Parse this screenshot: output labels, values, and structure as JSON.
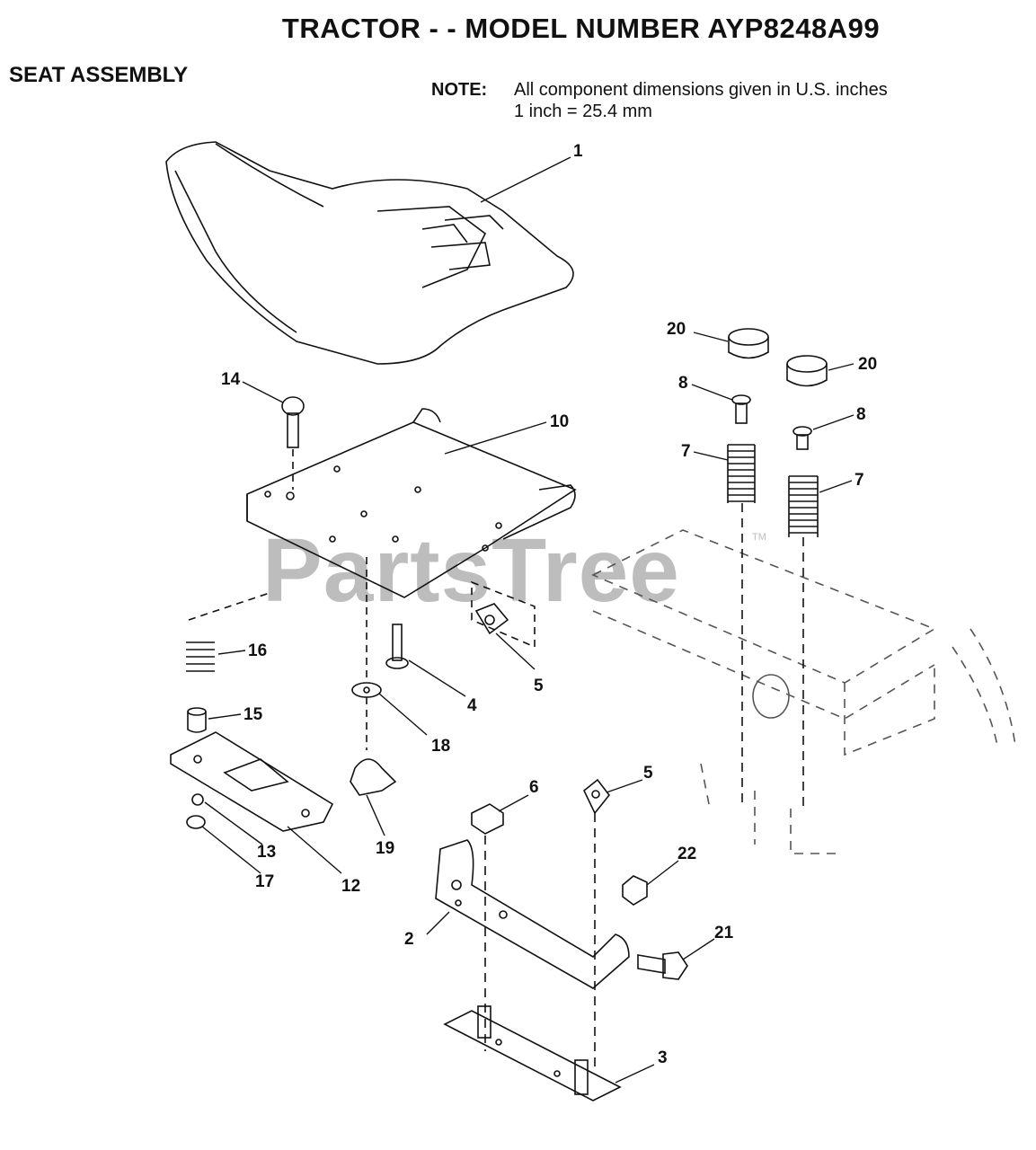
{
  "header": {
    "title": "TRACTOR - - MODEL NUMBER AYP8248A99",
    "subtitle": "SEAT ASSEMBLY",
    "note_label": "NOTE:",
    "note_line1": "All component dimensions given in U.S. inches",
    "note_line2": "1 inch = 25.4 mm"
  },
  "watermark": {
    "text": "PartsTree",
    "mark": "TM"
  },
  "callouts": [
    "1",
    "20",
    "20",
    "8",
    "8",
    "7",
    "7",
    "14",
    "10",
    "16",
    "15",
    "4",
    "5",
    "18",
    "19",
    "13",
    "17",
    "12",
    "6",
    "5",
    "22",
    "2",
    "21",
    "3"
  ]
}
